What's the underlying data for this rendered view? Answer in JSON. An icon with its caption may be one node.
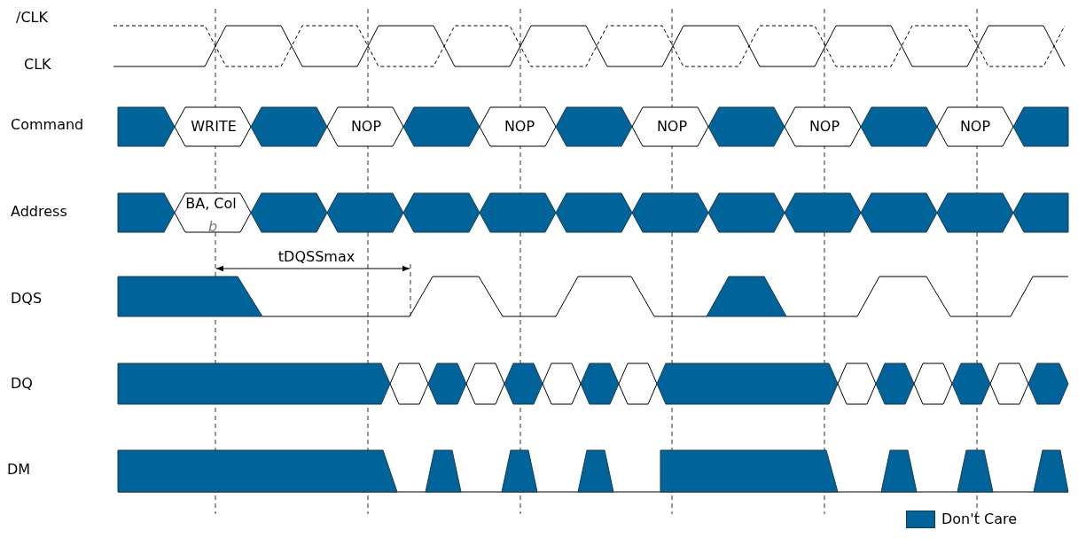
{
  "diagram": {
    "labels": [
      "/CLK",
      "CLK",
      "Command",
      "WRITE",
      "NOP",
      "NOP",
      "NOP",
      "NOP",
      "NOP",
      "Address",
      "BA, Col",
      "b",
      "tDQSSmax",
      "DQS",
      "DQ",
      "DM"
    ],
    "legend": [
      {
        "text": "Don't Care",
        "color": "#00649a"
      }
    ]
  }
}
